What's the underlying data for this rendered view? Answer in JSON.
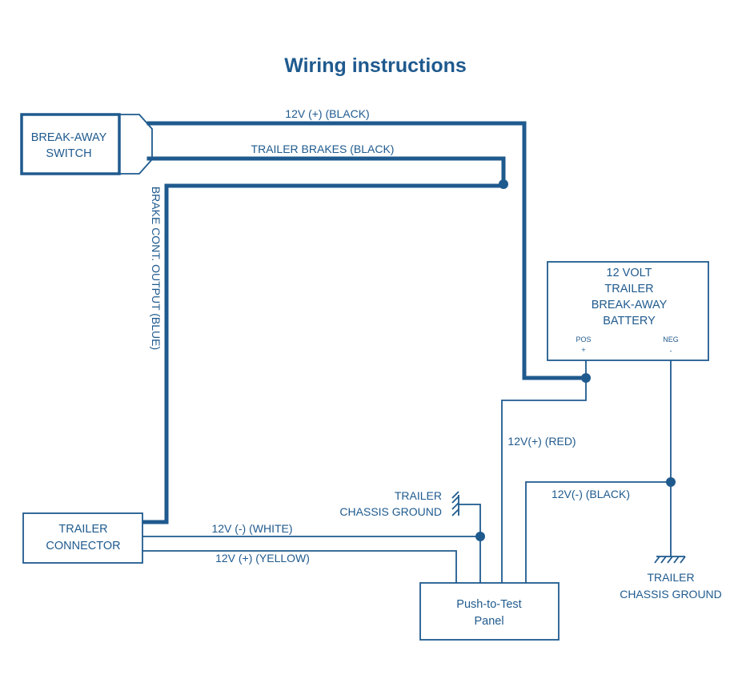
{
  "title": "Wiring instructions",
  "components": {
    "break_away_switch": [
      "BREAK-AWAY",
      "SWITCH"
    ],
    "battery": [
      "12 VOLT",
      "TRAILER",
      "BREAK-AWAY",
      "BATTERY"
    ],
    "battery_pos_label": "POS",
    "battery_pos_symbol": "+",
    "battery_neg_label": "NEG",
    "battery_neg_symbol": "-",
    "trailer_connector": [
      "TRAILER",
      "CONNECTOR"
    ],
    "push_to_test_panel": [
      "Push-to-Test",
      "Panel"
    ]
  },
  "wires": {
    "switch_12v": "12V (+) (BLACK)",
    "trailer_brakes": "TRAILER BRAKES (BLACK)",
    "brake_output": "BRAKE CONT. OUTPUT (BLUE)",
    "battery_red": "12V(+) (RED)",
    "battery_black": "12V(-) (BLACK)",
    "white": "12V (-) (WHITE)",
    "yellow": "12V (+) (YELLOW)"
  },
  "grounds": {
    "panel_ground": [
      "TRAILER",
      "CHASSIS GROUND"
    ],
    "battery_ground": [
      "TRAILER",
      "CHASSIS GROUND"
    ]
  },
  "colors": {
    "ink": "#1f5a8e",
    "background": "#ffffff"
  }
}
